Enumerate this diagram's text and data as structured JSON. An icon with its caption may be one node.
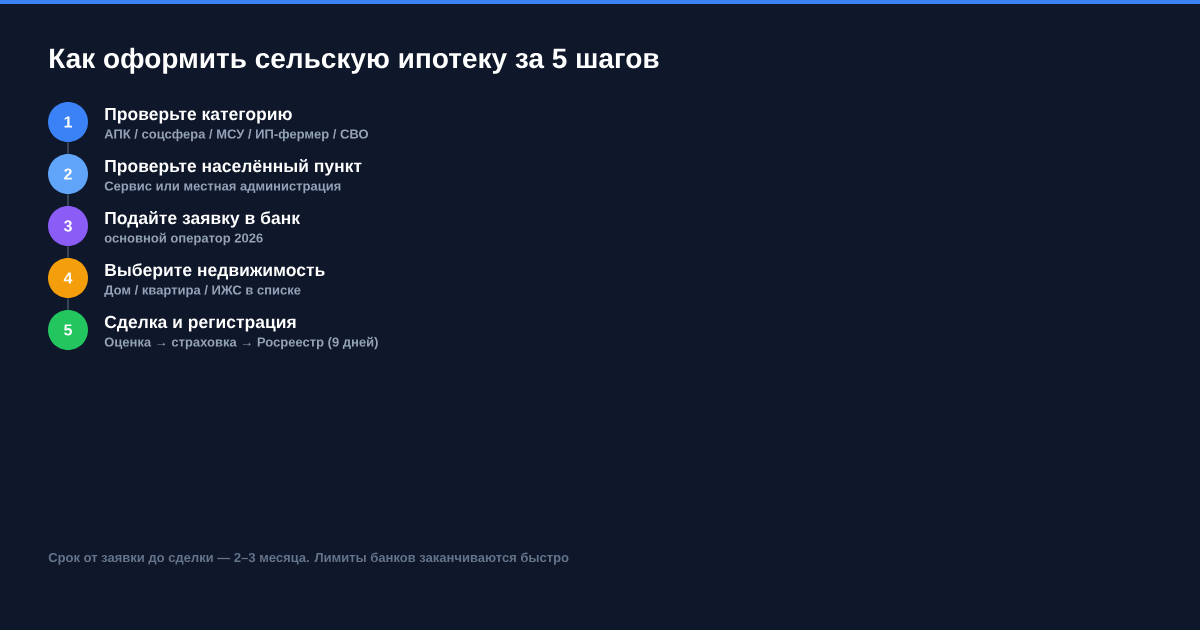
{
  "diagram": {
    "title": "Как оформить сельскую ипотеку за 5 шагов",
    "nodes": [
      {
        "text": [
          "1"
        ],
        "beside": [
          "Проверьте категорию",
          "АПК / соцсфера / МСУ / ИП-фермер / СВО"
        ]
      },
      {
        "text": [
          "2"
        ],
        "beside": [
          "Проверьте населённый пункт",
          "Сервис или местная администрация"
        ]
      },
      {
        "text": [
          "3"
        ],
        "beside": [
          "Подайте заявку в банк",
          "основной оператор 2026"
        ]
      },
      {
        "text": [
          "4"
        ],
        "beside": [
          "Выберите недвижимость",
          "Дом / квартира / ИЖС в списке"
        ]
      },
      {
        "text": [
          "5"
        ],
        "beside": [
          "Сделка и регистрация",
          "Оценка → страховка → Росреестр (9 дней)"
        ]
      }
    ],
    "edges": [
      {
        "from": 0,
        "to": 1,
        "arrow": "none"
      },
      {
        "from": 1,
        "to": 2,
        "arrow": "none"
      },
      {
        "from": 2,
        "to": 3,
        "arrow": "none"
      },
      {
        "from": 3,
        "to": 4,
        "arrow": "none"
      }
    ],
    "labels": [
      "Срок от заявки до сделки — 2–3 месяца. Лимиты банков заканчиваются быстро"
    ]
  }
}
